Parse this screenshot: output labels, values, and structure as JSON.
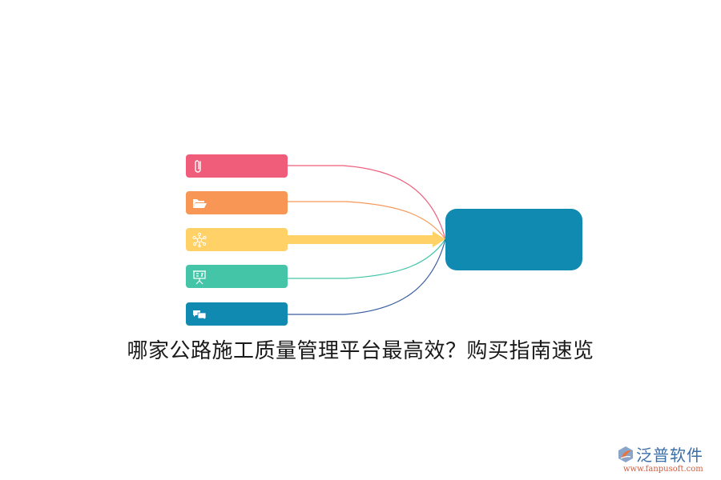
{
  "diagram": {
    "title": "哪家公路施工质量管理平台最高效？购买指南速览",
    "nodes": [
      {
        "id": "n1",
        "icon": "paperclip-icon",
        "color": "#ef5d7b",
        "label": ""
      },
      {
        "id": "n2",
        "icon": "folder-open-icon",
        "color": "#f79655",
        "label": ""
      },
      {
        "id": "n3",
        "icon": "network-icon",
        "color": "#ffd166",
        "label": ""
      },
      {
        "id": "n4",
        "icon": "presentation-board-icon",
        "color": "#44c5a8",
        "label": ""
      },
      {
        "id": "n5",
        "icon": "chat-bubbles-icon",
        "color": "#118ab2",
        "label": ""
      }
    ],
    "hub": {
      "color": "#118ab2",
      "label": ""
    },
    "edges": [
      {
        "from": "n1",
        "to": "hub",
        "color": "#ef5d7b",
        "style": "thin-curve"
      },
      {
        "from": "n2",
        "to": "hub",
        "color": "#f79655",
        "style": "thin-curve"
      },
      {
        "from": "n3",
        "to": "hub",
        "color": "#ffd166",
        "style": "thick-arrow"
      },
      {
        "from": "n4",
        "to": "hub",
        "color": "#44c5a8",
        "style": "thin-curve"
      },
      {
        "from": "n5",
        "to": "hub",
        "color": "#3b5ea0",
        "style": "thin-curve"
      }
    ]
  },
  "watermark": {
    "brand_name": "泛普软件",
    "url": "www.fanpusoft.com"
  }
}
